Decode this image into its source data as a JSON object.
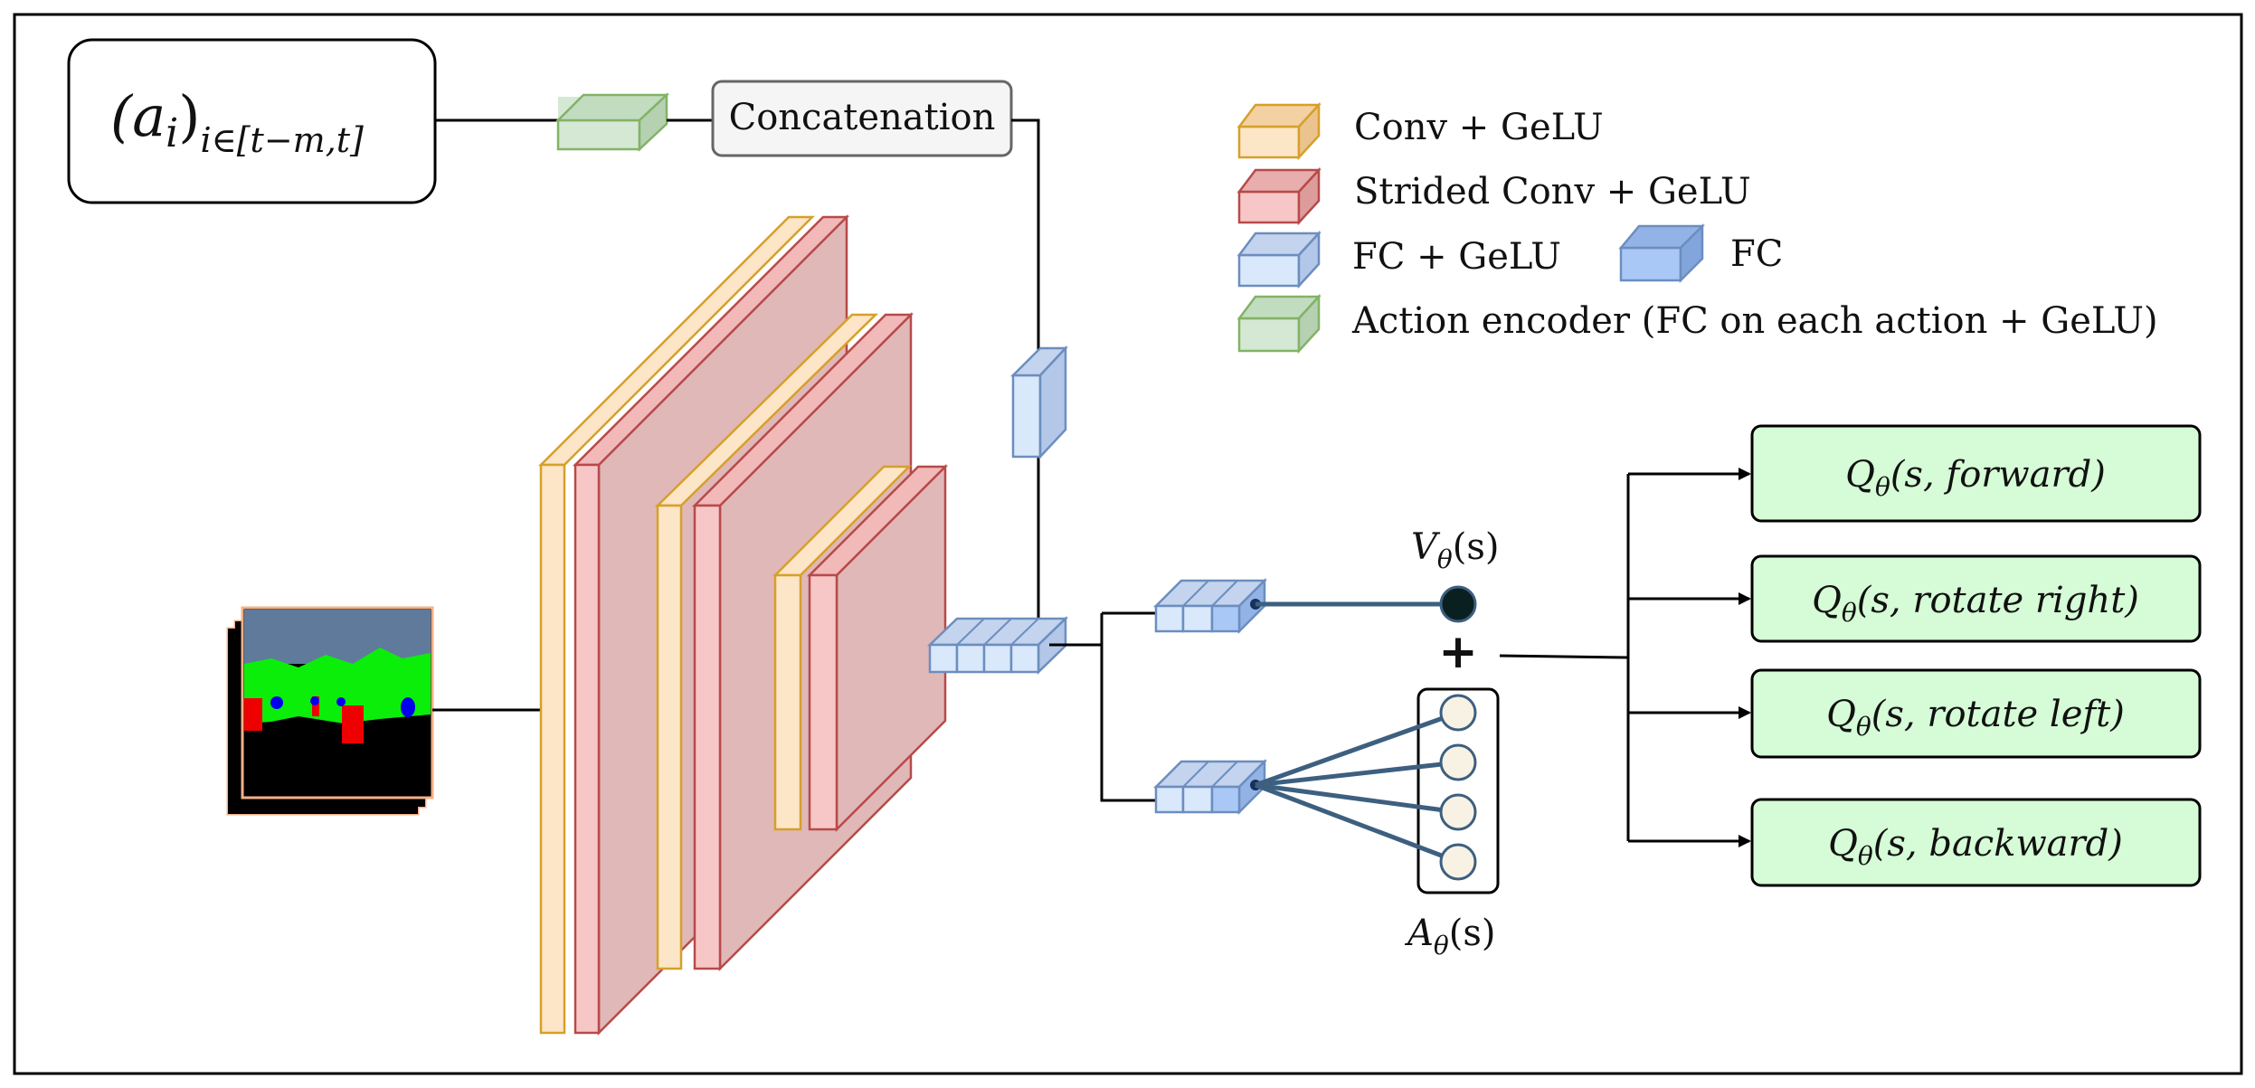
{
  "action_input": {
    "base": "(a",
    "sub_i": "i",
    "close": ")",
    "range": "i∈[t−m,t]"
  },
  "concat_label": "Concatenation",
  "legend": [
    {
      "label": "Conv + GeLU",
      "icon": "conv-icon",
      "front": "#fde5c7",
      "side": "#f3d1a3",
      "stroke": "#d6a02a"
    },
    {
      "label": "Strided Conv + GeLU",
      "icon": "strided-conv-icon",
      "front": "#f7c7c7",
      "side": "#e8adad",
      "stroke": "#b84a4a"
    },
    {
      "label": "FC + GeLU",
      "icon": "fc-gelu-icon",
      "front": "#dae8fc",
      "side": "#c4d4ee",
      "stroke": "#6c8ebf"
    },
    {
      "label": "FC",
      "icon": "fc-icon",
      "front": "#aac8f5",
      "side": "#93b3e6",
      "stroke": "#6c8ebf"
    },
    {
      "label": "Action encoder (FC on each action + GeLU)",
      "icon": "action-encoder-icon",
      "front": "#d5e8d4",
      "side": "#c2dcc0",
      "stroke": "#82b366"
    }
  ],
  "value_head": {
    "v": "V",
    "theta": "θ",
    "arg": "(s)"
  },
  "advantage_head": {
    "a": "A",
    "theta": "θ",
    "arg": "(s)"
  },
  "plus_sign": "+",
  "q_outputs": [
    {
      "arg": "(s, forward)"
    },
    {
      "arg": "(s, rotate right)"
    },
    {
      "arg": "(s, rotate left)"
    },
    {
      "arg": "(s, backward)"
    }
  ],
  "q_symbol": {
    "q": "Q",
    "theta": "θ"
  },
  "colors": {
    "conv_face": "#fde5c7",
    "conv_stroke": "#d6a02a",
    "strided_face": "#f7c7c7",
    "strided_body": "#e0b8b8",
    "strided_stroke": "#b84a4a",
    "fc_gelu_face": "#dae8fc",
    "fc_face": "#aac8f5",
    "fc_stroke": "#6c8ebf",
    "action_face": "#d5e8d4",
    "action_stroke": "#82b366",
    "q_box_fill": "#d5fcd6",
    "line": "#3d5f80",
    "node": "#0a2020",
    "node_light": "#f7f2e4",
    "sky": "#607a9c",
    "grass": "#0aee0a",
    "ground": "#000000",
    "obstacle": "#ee0000",
    "target": "#0000ee"
  }
}
